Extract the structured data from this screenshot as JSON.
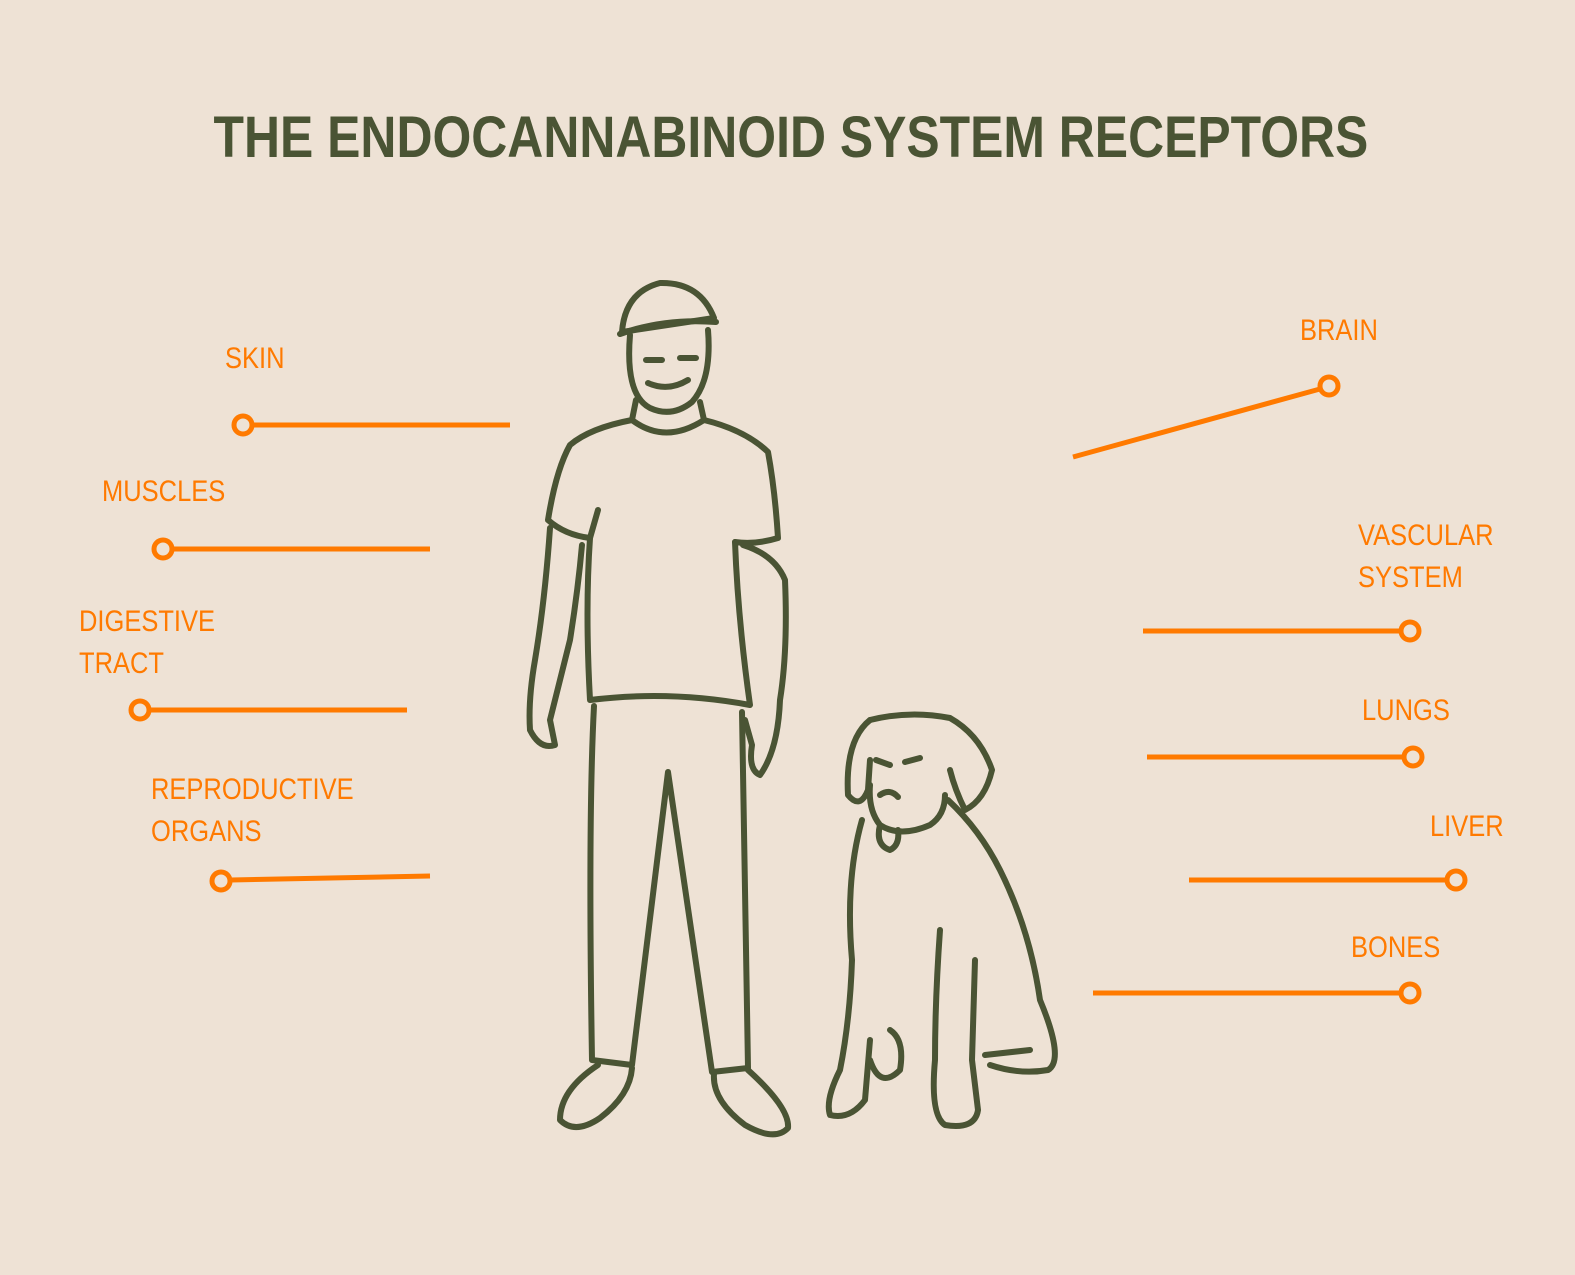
{
  "title": "THE ENDOCANNABINOID SYSTEM RECEPTORS",
  "colors": {
    "background": "#EEE2D5",
    "title": "#4A5434",
    "accent": "#FF7A00",
    "sketch": "#4A5434"
  },
  "labels": {
    "skin": "SKIN",
    "muscles": "MUSCLES",
    "digestive": [
      "DIGESTIVE",
      "TRACT"
    ],
    "reproductive": [
      "REPRODUCTIVE",
      "ORGANS"
    ],
    "brain": "BRAIN",
    "vascular": [
      "VASCULAR",
      "SYSTEM"
    ],
    "lungs": "LUNGS",
    "liver": "LIVER",
    "bones": "BONES"
  }
}
